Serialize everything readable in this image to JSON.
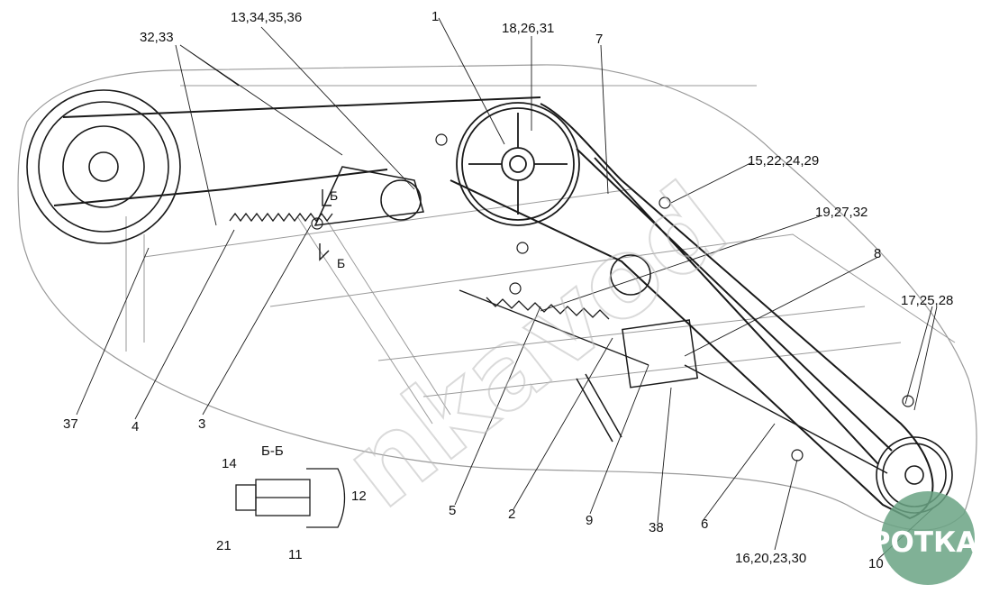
{
  "labels": {
    "l1": "1",
    "l2": "2",
    "l3": "3",
    "l4": "4",
    "l5": "5",
    "l6": "6",
    "l7": "7",
    "l8": "8",
    "l9": "9",
    "l10": "10",
    "l11": "11",
    "l12": "12",
    "l14": "14",
    "l21": "21",
    "l37": "37",
    "l38": "38",
    "l32_33": "32,33",
    "l13_36": "13,34,35,36",
    "l18_31": "18,26,31",
    "l15_29": "15,22,24,29",
    "l19_32": "19,27,32",
    "l17_28": "17,25,28",
    "l16_30": "16,20,23,30",
    "section": "Б-Б",
    "sec_mark_a": "Б",
    "sec_mark_b": "Б"
  },
  "watermark": "nkavod",
  "logo": {
    "text": "АГРОТКА",
    "color": "#6aa384"
  },
  "colors": {
    "line": "#1a1a1a",
    "light": "#8a8a8a"
  }
}
